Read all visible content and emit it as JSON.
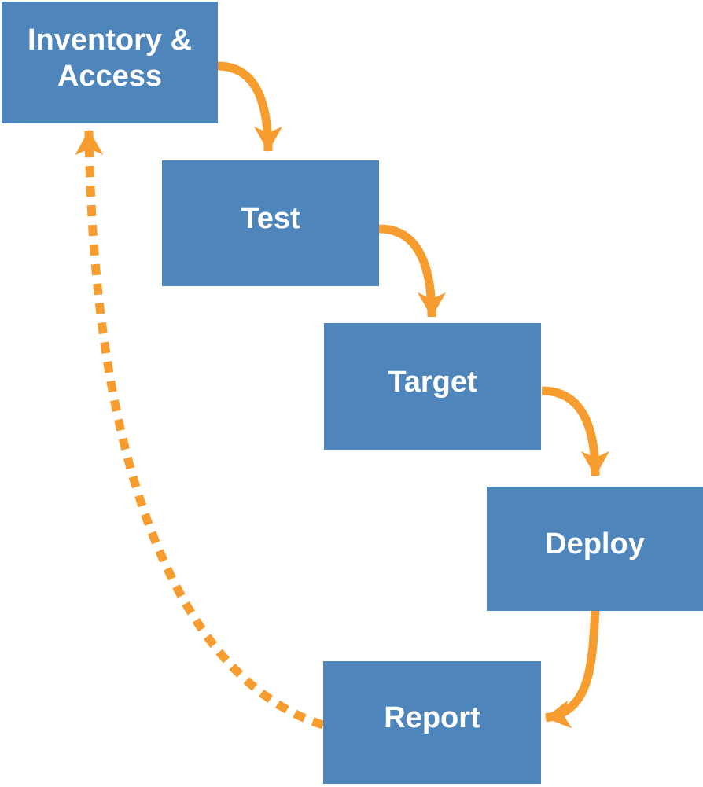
{
  "colors": {
    "node-fill": "#4E86BC",
    "node-text": "#FFFFFF",
    "arrow-color": "#F79D30",
    "background": "#FFFFFF"
  },
  "nodes": [
    {
      "id": "inventory-access",
      "label": "Inventory & Access"
    },
    {
      "id": "test",
      "label": "Test"
    },
    {
      "id": "target",
      "label": "Target"
    },
    {
      "id": "deploy",
      "label": "Deploy"
    },
    {
      "id": "report",
      "label": "Report"
    }
  ],
  "edges": [
    {
      "from": "inventory-access",
      "to": "test",
      "style": "solid"
    },
    {
      "from": "test",
      "to": "target",
      "style": "solid"
    },
    {
      "from": "target",
      "to": "deploy",
      "style": "solid"
    },
    {
      "from": "deploy",
      "to": "report",
      "style": "solid"
    },
    {
      "from": "report",
      "to": "inventory-access",
      "style": "dashed"
    }
  ]
}
